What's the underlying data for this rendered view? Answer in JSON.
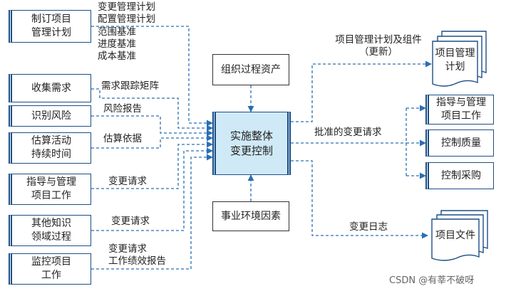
{
  "diagram": {
    "center": {
      "line1": "实施整体",
      "line2": "变更控制"
    },
    "top_input": "组织过程资产",
    "bottom_input": "事业环境因素",
    "inputs": [
      {
        "id": "develop-pmp",
        "line1": "制订项目",
        "line2": "管理计划",
        "flows": [
          "变更管理计划",
          "配置管理计划",
          "范围基准",
          "进度基准",
          "成本基准"
        ]
      },
      {
        "id": "collect-req",
        "line1": "收集需求",
        "line2": "",
        "flows": [
          "需求跟踪矩阵"
        ]
      },
      {
        "id": "identify-risk",
        "line1": "识别风险",
        "line2": "",
        "flows": [
          "风险报告"
        ]
      },
      {
        "id": "estimate-duration",
        "line1": "估算活动",
        "line2": "持续时间",
        "flows": [
          "估算依据"
        ]
      },
      {
        "id": "direct-manage",
        "line1": "指导与管理",
        "line2": "项目工作",
        "flows": [
          "变更请求"
        ]
      },
      {
        "id": "other-ka",
        "line1": "其他知识",
        "line2": "领域过程",
        "flows": [
          "变更请求"
        ]
      },
      {
        "id": "monitor-control",
        "line1": "监控项目",
        "line2": "工作",
        "flows": [
          "变更请求",
          "工作绩效报告"
        ]
      }
    ],
    "outputs": {
      "plan_label_line1": "项目管理计划及组件",
      "plan_label_line2": "（更新）",
      "plan_doc": {
        "line1": "项目管理",
        "line2": "计划"
      },
      "approved_label": "批准的变更请求",
      "approved_targets": [
        {
          "line1": "指导与管理",
          "line2": "项目工作"
        },
        {
          "line1": "控制质量",
          "line2": ""
        },
        {
          "line1": "控制采购",
          "line2": ""
        }
      ],
      "log_label": "变更日志",
      "log_doc": "项目文件"
    }
  },
  "watermark": "CSDN @有莘不破呀",
  "colors": {
    "line": "#2a6fb5",
    "border": "#1c4e86",
    "core_fill": "#cfe9f7"
  }
}
